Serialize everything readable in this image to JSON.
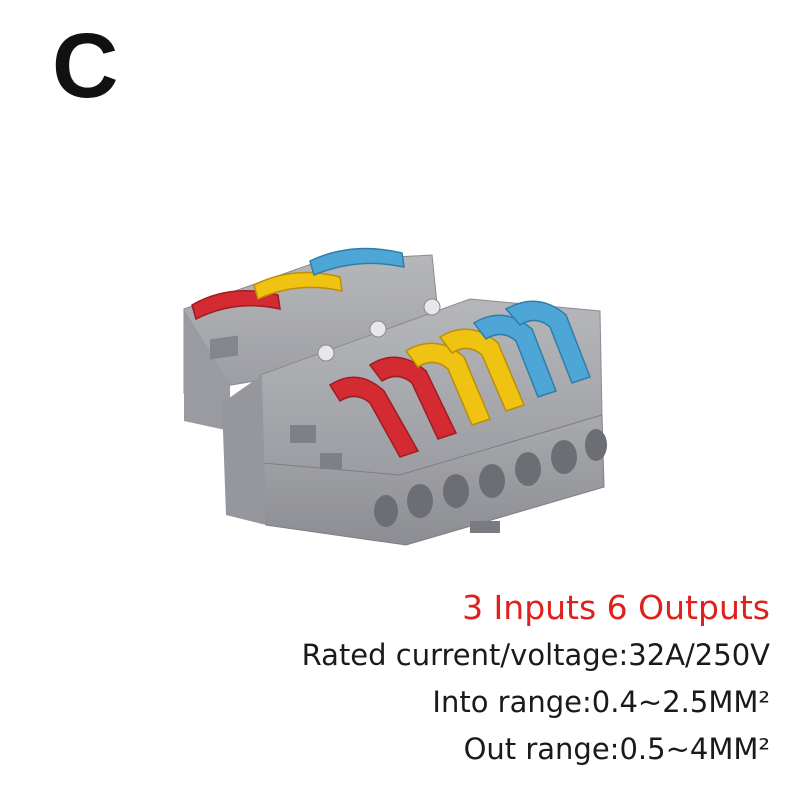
{
  "variant": {
    "letter": "C"
  },
  "product": {
    "icon": "wire-connector-3in-6out-icon",
    "lever_colors": {
      "inputs": [
        "#d42a32",
        "#f0c313",
        "#4ea6d6"
      ],
      "outputs": [
        "#d42a32",
        "#d42a32",
        "#f0c313",
        "#f0c313",
        "#4ea6d6",
        "#4ea6d6"
      ],
      "housing": "#a3a4a8"
    }
  },
  "specs": {
    "headline": "3 Inputs 6 Outputs",
    "headline_color": "#e0201c",
    "rated": "Rated current/voltage:32A/250V",
    "into_range": "Into range:0.4~2.5MM²",
    "out_range": "Out range:0.5~4MM²",
    "text_color": "#1a1a1a"
  }
}
